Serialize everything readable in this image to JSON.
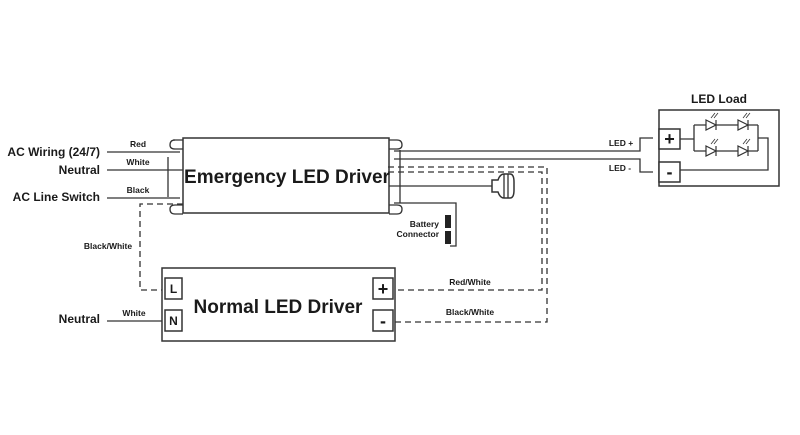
{
  "inputs": {
    "ac_wiring": "AC Wiring (24/7)",
    "neutral_top": "Neutral",
    "ac_line_switch": "AC Line Switch",
    "neutral_bottom": "Neutral"
  },
  "wires": {
    "red": "Red",
    "white_top": "White",
    "black": "Black",
    "black_white_left": "Black/White",
    "white_bottom": "White",
    "red_white": "Red/White",
    "black_white_right": "Black/White",
    "led_plus": "LED +",
    "led_minus": "LED -"
  },
  "emergency_driver": {
    "title": "Emergency LED Driver"
  },
  "normal_driver": {
    "title": "Normal LED Driver",
    "terminal_l": "L",
    "terminal_n": "N",
    "terminal_plus": "+",
    "terminal_minus": "-"
  },
  "battery": {
    "label_line1": "Battery",
    "label_line2": "Connector"
  },
  "led_load": {
    "title": "LED Load",
    "terminal_plus": "+",
    "terminal_minus": "-"
  }
}
